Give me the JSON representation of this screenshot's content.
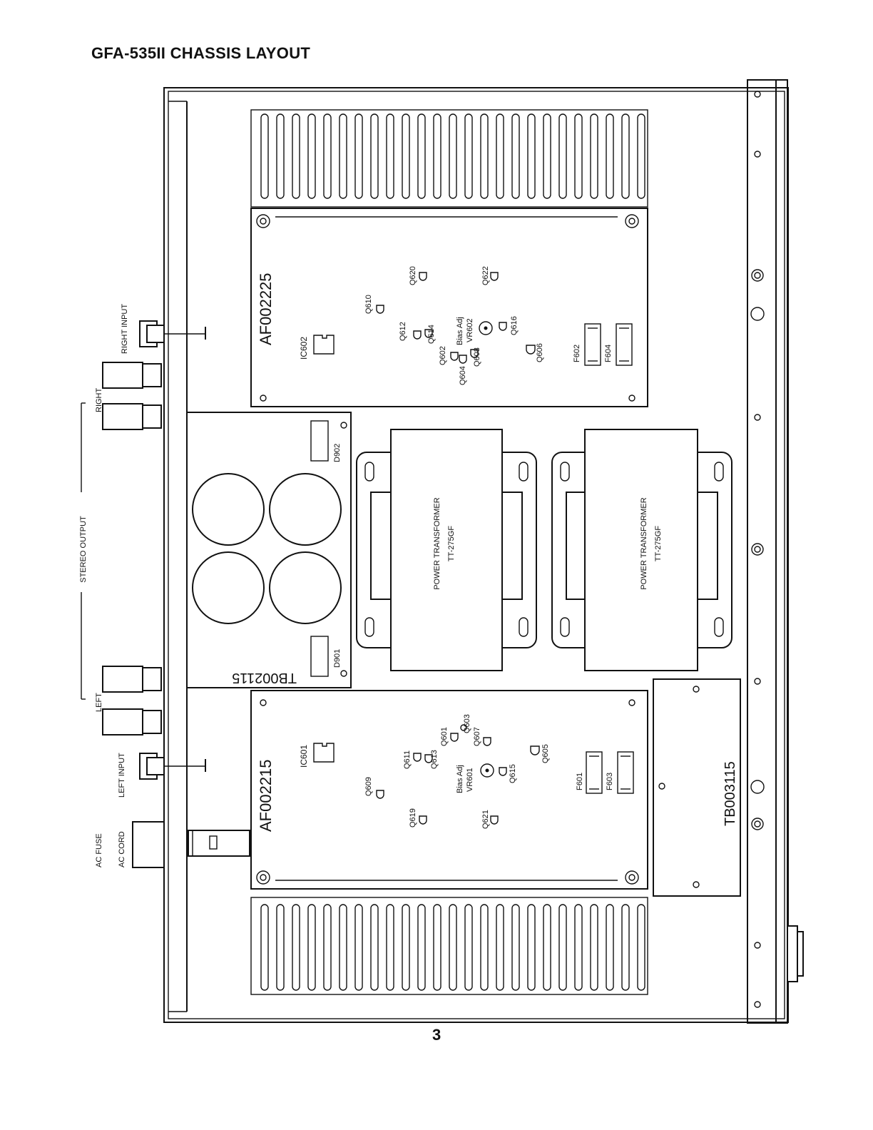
{
  "page": {
    "title": "GFA-535II CHASSIS LAYOUT",
    "page_number": "3"
  },
  "rear_panel_labels": {
    "right_input": "RIGHT INPUT",
    "right": "RIGHT",
    "stereo_output": "STEREO OUTPUT",
    "left": "LEFT",
    "left_input": "LEFT INPUT",
    "ac_fuse": "AC FUSE",
    "ac_cord": "AC CORD"
  },
  "boards": {
    "right_amp": {
      "id": "AF002225",
      "components": [
        "IC602",
        "Q610",
        "Q612",
        "Q614",
        "Q620",
        "Q602",
        "Q604",
        "Q608",
        "Bias Adj",
        "VR602",
        "Q616",
        "Q622",
        "Q606",
        "F602",
        "F604"
      ]
    },
    "left_amp": {
      "id": "AF002215",
      "components": [
        "IC601",
        "Q609",
        "Q611",
        "Q613",
        "Q619",
        "Q601",
        "Q603",
        "Q607",
        "Bias Adj",
        "VR601",
        "Q615",
        "Q621",
        "Q605",
        "F601",
        "F603"
      ]
    },
    "capacitor_board": {
      "id": "TB002115",
      "components": [
        "D902",
        "D901"
      ]
    },
    "terminal_board": {
      "id": "TB003115"
    }
  },
  "transformers": [
    {
      "label": "POWER TRANSFORMER",
      "model": "TT-275GF"
    },
    {
      "label": "POWER TRANSFORMER",
      "model": "TT-275GF"
    }
  ]
}
